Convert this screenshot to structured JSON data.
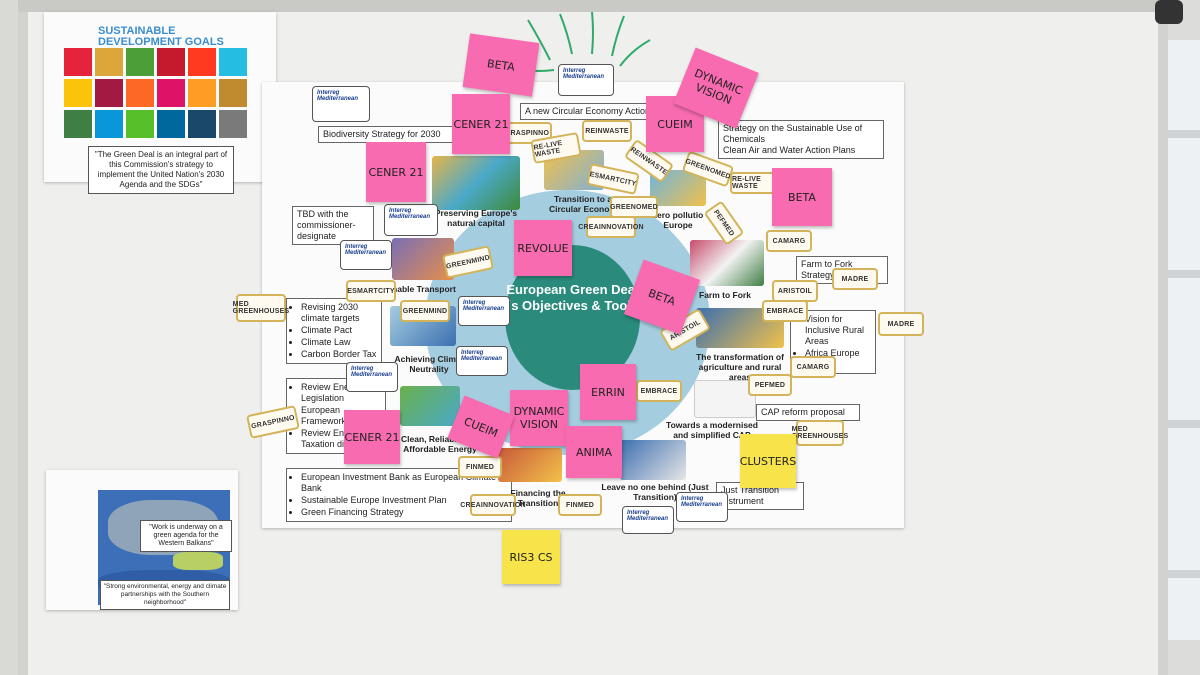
{
  "sdg_poster": {
    "title_line1": "SUSTAINABLE",
    "title_line2": "DEVELOPMENT GOALS",
    "quote": "\"The Green Deal is an integral part of this Commission's strategy to implement the United Nation's 2030 Agenda and the SDGs\"",
    "tile_colors": [
      "#e5243b",
      "#dda63a",
      "#4c9f38",
      "#c5192d",
      "#ff3a21",
      "#26bde2",
      "#fcc30b",
      "#a21942",
      "#fd6925",
      "#dd1367",
      "#fd9d24",
      "#bf8b2e",
      "#3f7e44",
      "#0a97d9",
      "#56c02b",
      "#00689d",
      "#19486a",
      "#7a7a7a"
    ]
  },
  "map_poster": {
    "quote_top": "\"Work is underway on a green agenda for the Western Balkans\"",
    "quote_bottom": "\"Strong environmental, energy and climate partnerships with the Southern neighborhood\""
  },
  "main_poster": {
    "center_title": "European Green Deal´s Objectives & Tools",
    "boxes": {
      "biodiversity": "Biodiversity Strategy for 2030",
      "circular": "A new Circular Economy Action Plan",
      "chemicals_1": "Strategy on the Sustainable Use of Chemicals",
      "chemicals_2": "Clean Air and Water Action Plans",
      "tbd": "TBD with the commissioner-designate",
      "farm": "Farm to Fork Strategy",
      "climate_items": [
        "Revising 2030 climate targets",
        "Climate Pact",
        "Climate Law",
        "Carbon Border Tax"
      ],
      "rural_items": [
        "Vision for Inclusive Rural Areas",
        "Africa Europe agenda"
      ],
      "energy_items": [
        "Review Energy Legislation",
        "European Framework of",
        "Review Energy Taxation direc"
      ],
      "cap": "CAP reform proposal",
      "finance_items": [
        "European Investment Bank as European Climate Bank",
        "Sustainable Europe Investment Plan",
        "Green Financing Strategy"
      ],
      "just": "Just Transition Instrument"
    },
    "thumb_labels": {
      "natural": "Preserving Europe's natural capital",
      "circular": "Transition to a Circular Econom",
      "zero": "zero pollutio Europe",
      "transport": "ustainable Transport",
      "farm": "Farm to Fork",
      "climate": "Achieving Climat Neutrality",
      "agri": "The transformation of agriculture and rural areas",
      "energy": "Clean, Reliable and Affordable Energy",
      "cap": "Towards a modernised and simplified CAP",
      "finance": "Financing the Transition",
      "leave": "Leave no one behind (Just Transition)"
    }
  },
  "drawn_label": "Interreg Mediterranean",
  "stickies": [
    {
      "id": "beta-top",
      "text": "BETA",
      "color": "pink"
    },
    {
      "id": "cener-1",
      "text": "CENER 21",
      "color": "pink"
    },
    {
      "id": "cener-2",
      "text": "CENER 21",
      "color": "pink"
    },
    {
      "id": "cueim-top",
      "text": "CUEIM",
      "color": "pink"
    },
    {
      "id": "dynamic-1",
      "text": "DYNAMIC VISION",
      "color": "pink"
    },
    {
      "id": "beta-right",
      "text": "BETA",
      "color": "pink"
    },
    {
      "id": "revolue",
      "text": "REVOLUE",
      "color": "pink"
    },
    {
      "id": "beta-center",
      "text": "BETA",
      "color": "pink"
    },
    {
      "id": "errin",
      "text": "ERRIN",
      "color": "pink"
    },
    {
      "id": "dynamic-2",
      "text": "DYNAMIC VISION",
      "color": "pink"
    },
    {
      "id": "cueim-bottom",
      "text": "CUEIM",
      "color": "pink"
    },
    {
      "id": "cener-3",
      "text": "CENER 21",
      "color": "pink"
    },
    {
      "id": "anima",
      "text": "ANIMA",
      "color": "pink"
    },
    {
      "id": "clusters",
      "text": "CLUSTERS",
      "color": "yellow"
    },
    {
      "id": "ris3",
      "text": "RIS3 CS",
      "color": "yellow"
    }
  ],
  "labels": [
    "GRASPINNO",
    "REINWASTE",
    "RE-LIVE WASTE",
    "REINWASTE",
    "ESMARTCITY",
    "GREENOMED",
    "RE-LIVE WASTE",
    "GREENOMED",
    "CREAINNOVATION",
    "PEFMED",
    "GREENMIND",
    "CAMARG",
    "ESMARTCITY",
    "MADRE",
    "MED GREENHOUSES",
    "GREENMIND",
    "ARISTOIL",
    "EMBRACE",
    "MADRE",
    "ARISTOIL",
    "CAMARG",
    "PEFMED",
    "EMBRACE",
    "GRASPINNO",
    "FINMED",
    "MED GREENHOUSES",
    "CREAINNOVATION",
    "FINMED"
  ]
}
